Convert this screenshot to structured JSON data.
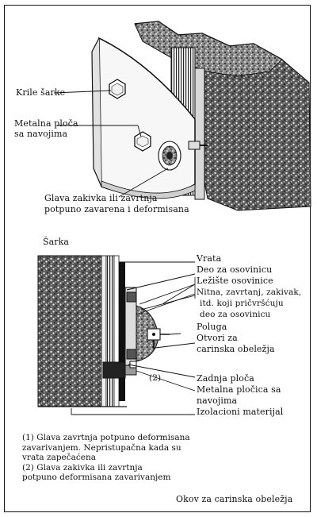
{
  "top_diagram": {
    "labels": {
      "hinge_wing": "Krile šarke",
      "metal_plate_line1": "Metalna ploča",
      "metal_plate_line2": "sa navojima",
      "rivet_head_line1": "Glava zakivka ili zavrtnja",
      "rivet_head_line2": "potpuno zavarena i deformisana"
    }
  },
  "bottom_diagram": {
    "title": "Šarka",
    "labels": {
      "door": "Vrata",
      "axle_part": "Deo za osovinicu",
      "axle_bearing": "Ležište osovinice",
      "rivet_line1": "Nitna, zavrtanj, zakivak,",
      "rivet_line2": "itd. koji pričvršćuju",
      "rivet_line3": "deo za osovinicu",
      "lever": "Poluga",
      "holes_line1": "Otvori za",
      "holes_line2": "carinska obeležja",
      "back_plate": "Zadnja ploča",
      "metal_plate_line1": "Metalna pločica sa",
      "metal_plate_line2": "navojima",
      "insulation": "Izolacioni materijal",
      "marker_2": "(2)"
    }
  },
  "notes": {
    "line1": "(1) Glava zavrtnja potpuno deformisana",
    "line2": "zavarivanjem. Nepristupačna kada su",
    "line3": "vrata zapečaćena",
    "line4": "(2) Glava zakivka ili zavrtnja",
    "line5": "potpuno deformisana zavarivanjem"
  },
  "footer": "Okov za carinska obeležja"
}
